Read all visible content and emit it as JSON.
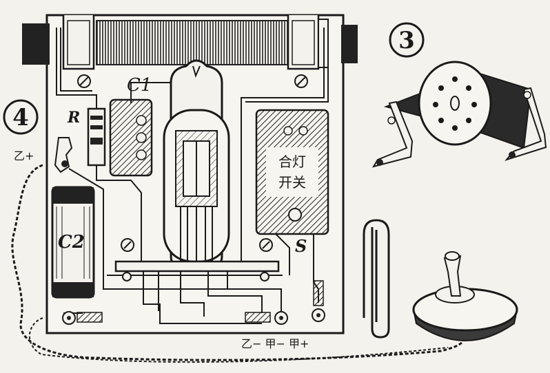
{
  "figure_numbers": {
    "fig3": "3",
    "fig4": "4"
  },
  "component_labels": {
    "capacitor_c1": "C1",
    "capacitor_c2": "C2",
    "resistor": "R",
    "switch": "S"
  },
  "switch_box_text": {
    "line1": "合灯",
    "line2": "开关"
  },
  "terminal_labels": {
    "b_plus": "乙+",
    "bottom": "乙− 甲− 甲+"
  }
}
